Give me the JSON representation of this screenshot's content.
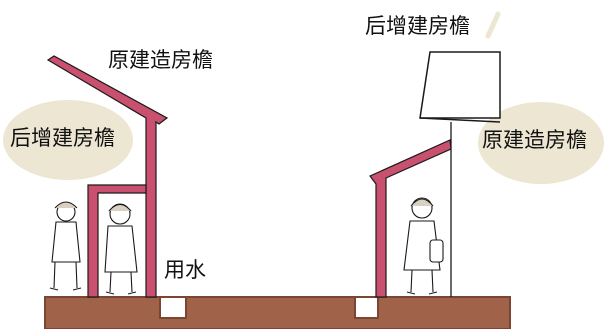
{
  "labels": {
    "left_original_eave": "原建造房檐",
    "left_added_eave": "后增建房檐",
    "water": "用水",
    "right_added_eave": "后增建房檐",
    "right_original_eave": "原建造房檐"
  },
  "colors": {
    "eave_pink": "#c9506e",
    "ground_brown": "#a0634a",
    "ground_dark": "#7a4533",
    "bubble_beige": "#ece6d2",
    "line": "#1a1a1a",
    "white": "#ffffff"
  },
  "icons": {
    "figures": [
      "elderly-woman-figure",
      "elderly-woman-figure",
      "woman-with-bag-figure"
    ],
    "rain_mark": "rain-streak-icon"
  }
}
